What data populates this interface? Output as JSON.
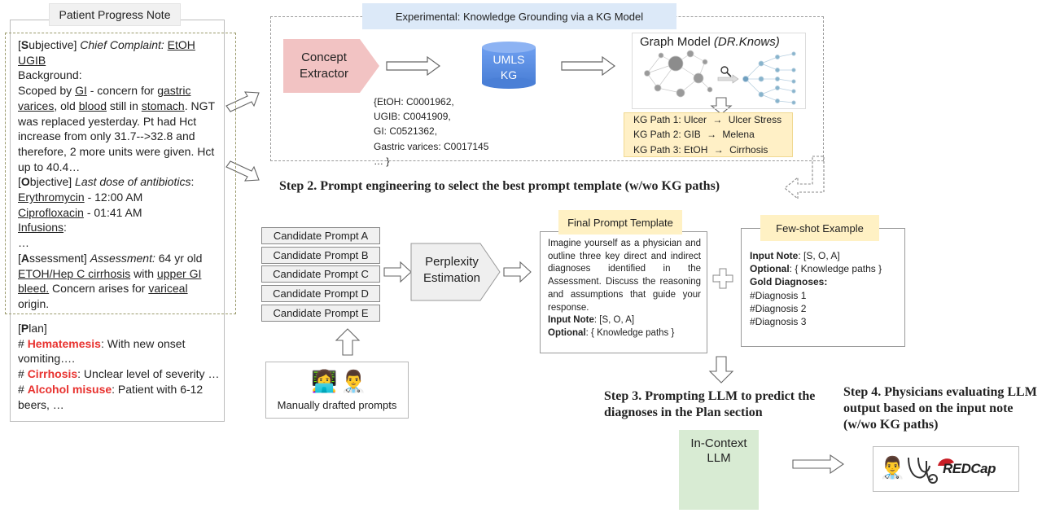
{
  "note": {
    "title": "Patient Progress Note",
    "s_open": "[",
    "s_letter": "S",
    "s_rest": "ubjective] ",
    "chief_label": "Chief Complaint:",
    "chief_value": "EtOH UGIB",
    "background": "Background:",
    "bg_1": "Scoped by ",
    "bg_gi": "GI",
    "bg_2": " - concern for ",
    "bg_gastric": "gastric varices",
    "bg_3": ", old ",
    "bg_blood": "blood",
    "bg_4": " still in ",
    "bg_stomach": "stomach",
    "bg_5": ".  NGT was replaced yesterday.  Pt had Hct increase from only 31.7-->32.8 and therefore, 2 more units were given. Hct up to 40.4…",
    "o_open": "[",
    "o_letter": "O",
    "o_rest": "bjective] ",
    "antibiotics_label": "Last dose of antibiotics",
    "antibiotics_colon": ":",
    "drug1": "Erythromycin",
    "drug1_time": " - 12:00 AM",
    "drug2": "Ciprofloxacin",
    "drug2_time": " - 01:41 AM",
    "infusions": "Infusions",
    "infusions_colon": ":",
    "ellipsis": "…",
    "a_open": "[",
    "a_letter": "A",
    "a_rest": "ssessment] ",
    "assessment_label": "Assessment:",
    "assessment_1": " 64 yr old ",
    "assessment_etoh": "ETOH/Hep C cirrhosis",
    "assessment_2": " with ",
    "assessment_gi": "upper GI bleed.",
    "assessment_3": " Concern arises for ",
    "assessment_variceal": "variceal",
    "assessment_4": " origin."
  },
  "plan": {
    "p_open": "[",
    "p_letter": "P",
    "p_rest": "lan]",
    "items": [
      {
        "hash": "# ",
        "term": "Hematemesis",
        "text": ": With new onset vomiting…."
      },
      {
        "hash": "# ",
        "term": "Cirrhosis",
        "text": ": Unclear level of severity …"
      },
      {
        "hash": "# ",
        "term": "Alcohol misuse",
        "text": ": Patient with 6-12 beers, …"
      }
    ]
  },
  "experimental": {
    "title": "Experimental: Knowledge Grounding via a KG Model",
    "concept_extractor": "Concept Extractor",
    "umls": "UMLS",
    "kg": "KG",
    "cuis": [
      "{EtOH: C0001962,",
      "UGIB: C0041909,",
      "GI: C0521362,",
      "Gastric varices: C0017145",
      "… }"
    ],
    "graph_model": "Graph Model",
    "graph_model_name": "(DR.Knows)",
    "kg_paths": [
      {
        "label": "KG Path 1: Ulcer",
        "target": "Ulcer Stress"
      },
      {
        "label": "KG Path 2: GIB",
        "target": "Melena"
      },
      {
        "label": "KG Path 3: EtOH",
        "target": "Cirrhosis"
      }
    ],
    "arrow_glyph": "→"
  },
  "step2": "Step 2. Prompt engineering to select the best prompt template (w/wo KG paths)",
  "candidates": [
    "Candidate Prompt A",
    "Candidate Prompt B",
    "Candidate Prompt C",
    "Candidate Prompt D",
    "Candidate Prompt E"
  ],
  "manual": {
    "label": "Manually drafted prompts",
    "emoji_1": "👩‍💻",
    "emoji_2": "👨‍⚕️"
  },
  "perplexity": "Perplexity Estimation",
  "final_prompt": {
    "title": "Final Prompt Template",
    "body": "Imagine yourself as a physician and outline three key direct and indirect diagnoses identified in the Assessment. Discuss the reasoning and assumptions that guide your response.",
    "input_label": "Input Note",
    "input_value": ": [S, O, A]",
    "optional_label": "Optional",
    "optional_value": ": { Knowledge paths }"
  },
  "plus": "+",
  "few_shot": {
    "title": "Few-shot Example",
    "input_label": "Input Note",
    "input_value": ": [S, O, A]",
    "optional_label": "Optional",
    "optional_value": ": { Knowledge paths }",
    "gold_label": "Gold Diagnoses:",
    "diagnoses": [
      "#Diagnosis 1",
      "#Diagnosis 2",
      "#Diagnosis 3"
    ]
  },
  "step3": "Step 3. Prompting LLM to predict the diagnoses in the Plan section",
  "step4": "Step 4. Physicians evaluating LLM output based on the input note (w/wo KG paths)",
  "llm": {
    "label": "In-Context LLM",
    "icon": "openai-logo-icon"
  },
  "redcap": {
    "emoji": "👨‍⚕️",
    "text": "REDCap",
    "icon": "stethoscope-icon"
  },
  "colors": {
    "concept": "#f2c3c3",
    "umls": "#5b8fe3",
    "exp_title": "#dce9f8",
    "yellow": "#fff1c4",
    "llm": "#d8ebd3",
    "red": "#e8322f"
  }
}
